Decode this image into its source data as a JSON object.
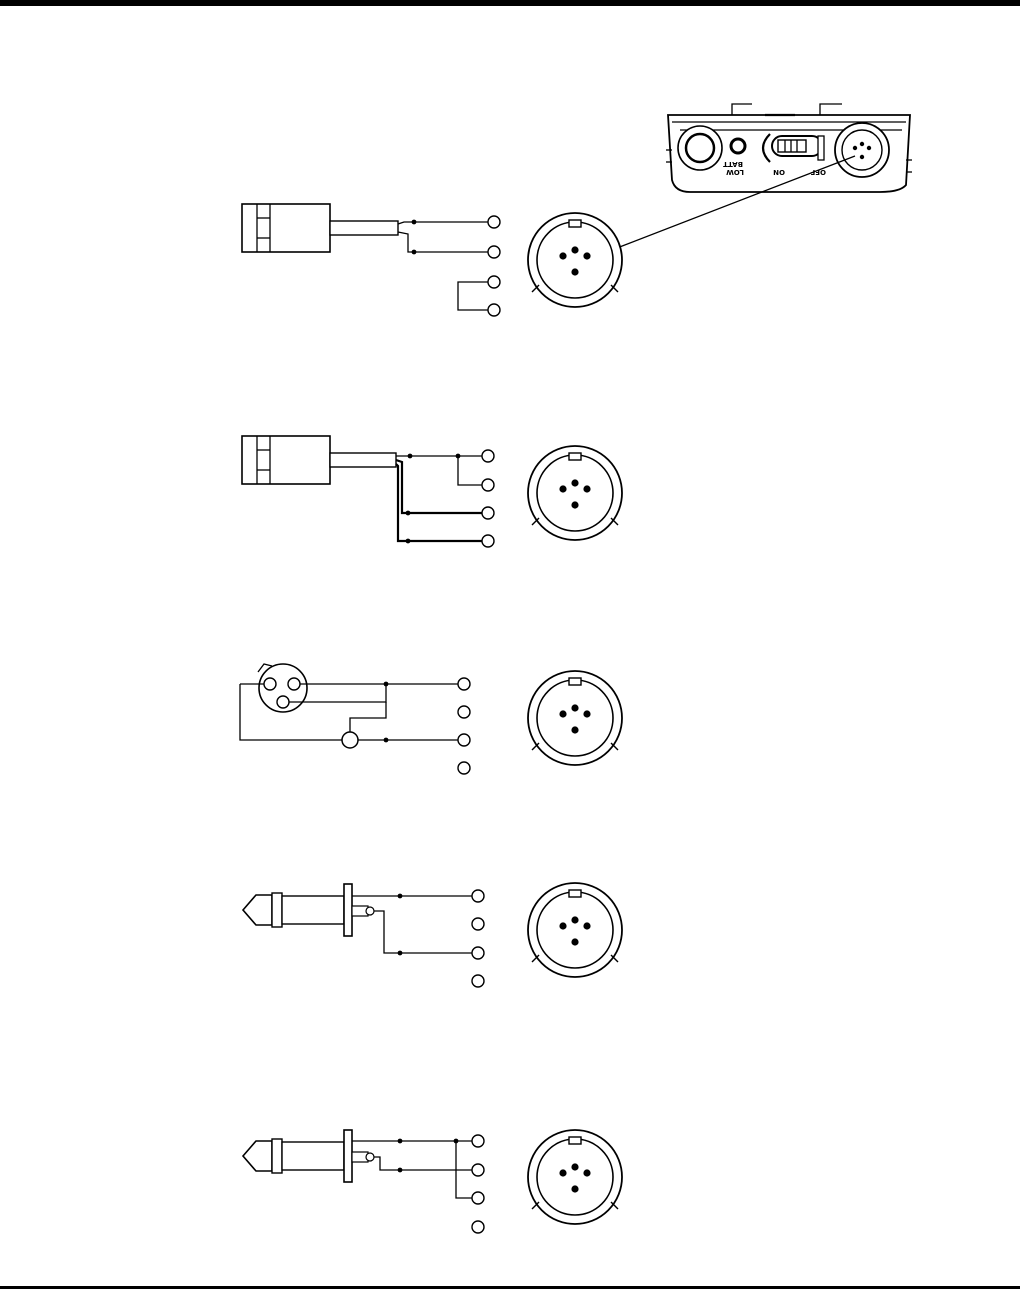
{
  "device": {
    "labels": {
      "batt_low": "BATT",
      "batt_low2": "LOW",
      "on": "ON",
      "off": "OFF"
    }
  },
  "diagrams": [
    {
      "id": "wiring-1",
      "source": "bnc-plug"
    },
    {
      "id": "wiring-2",
      "source": "bnc-plug"
    },
    {
      "id": "wiring-3",
      "source": "xlr-socket"
    },
    {
      "id": "wiring-4",
      "source": "phone-plug-trs"
    },
    {
      "id": "wiring-5",
      "source": "phone-plug-trs"
    }
  ]
}
